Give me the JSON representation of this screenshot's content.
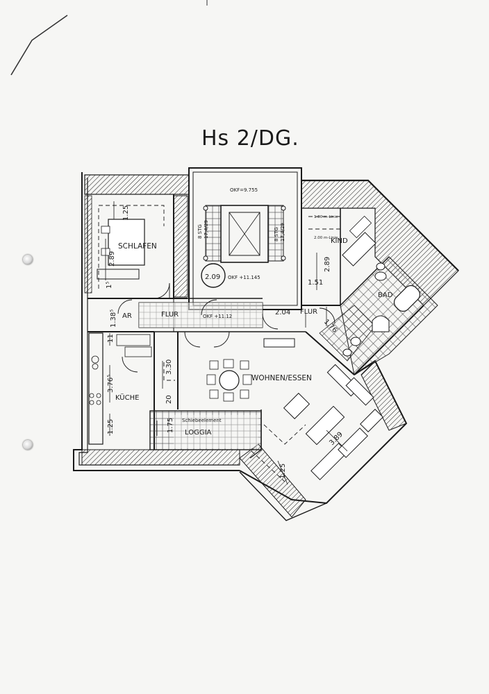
{
  "title": "Hs 2/DG.",
  "floor_levels": {
    "stair_top": "OKF=9.755",
    "stair_landing": "OKF +11.145",
    "flur": "OKF +11.12"
  },
  "unit_number": "2.09",
  "rooms": {
    "schlafen": "SCHLAFEN",
    "ar": "AR",
    "flur_left": "FLUR",
    "flur_right": "FLUR",
    "kind": "KIND",
    "bad": "BAD",
    "kueche": "KÜCHE",
    "wohnen": "WOHNEN/ESSEN",
    "loggia": "LOGGIA"
  },
  "annotations": {
    "schiebeelement": "Schiebeelement",
    "stairs_left": "8 STG",
    "stairs_left_ratio": "17,4/29",
    "stairs_right": "8 STG",
    "stairs_right_ratio": "17,4/29",
    "line_100": "1.00 m-Linie",
    "line_200": "2.00 m-Linie"
  },
  "dimensions": {
    "d_125_top": "1.25",
    "d_289": "2.89",
    "d_15": "1⁵",
    "d_138": "1.38⁵",
    "d_11": "11",
    "d_376": "3.76⁵",
    "d_125_kueche": "1.25",
    "d_330": "3.30",
    "d_20": "20",
    "d_175": "1.75",
    "d_204": "2.04",
    "d_151": "1.51",
    "d_289_kind": "2.89",
    "d_176": "1.76",
    "d_389": "3.89",
    "d_125_wohnen": "1.25"
  }
}
